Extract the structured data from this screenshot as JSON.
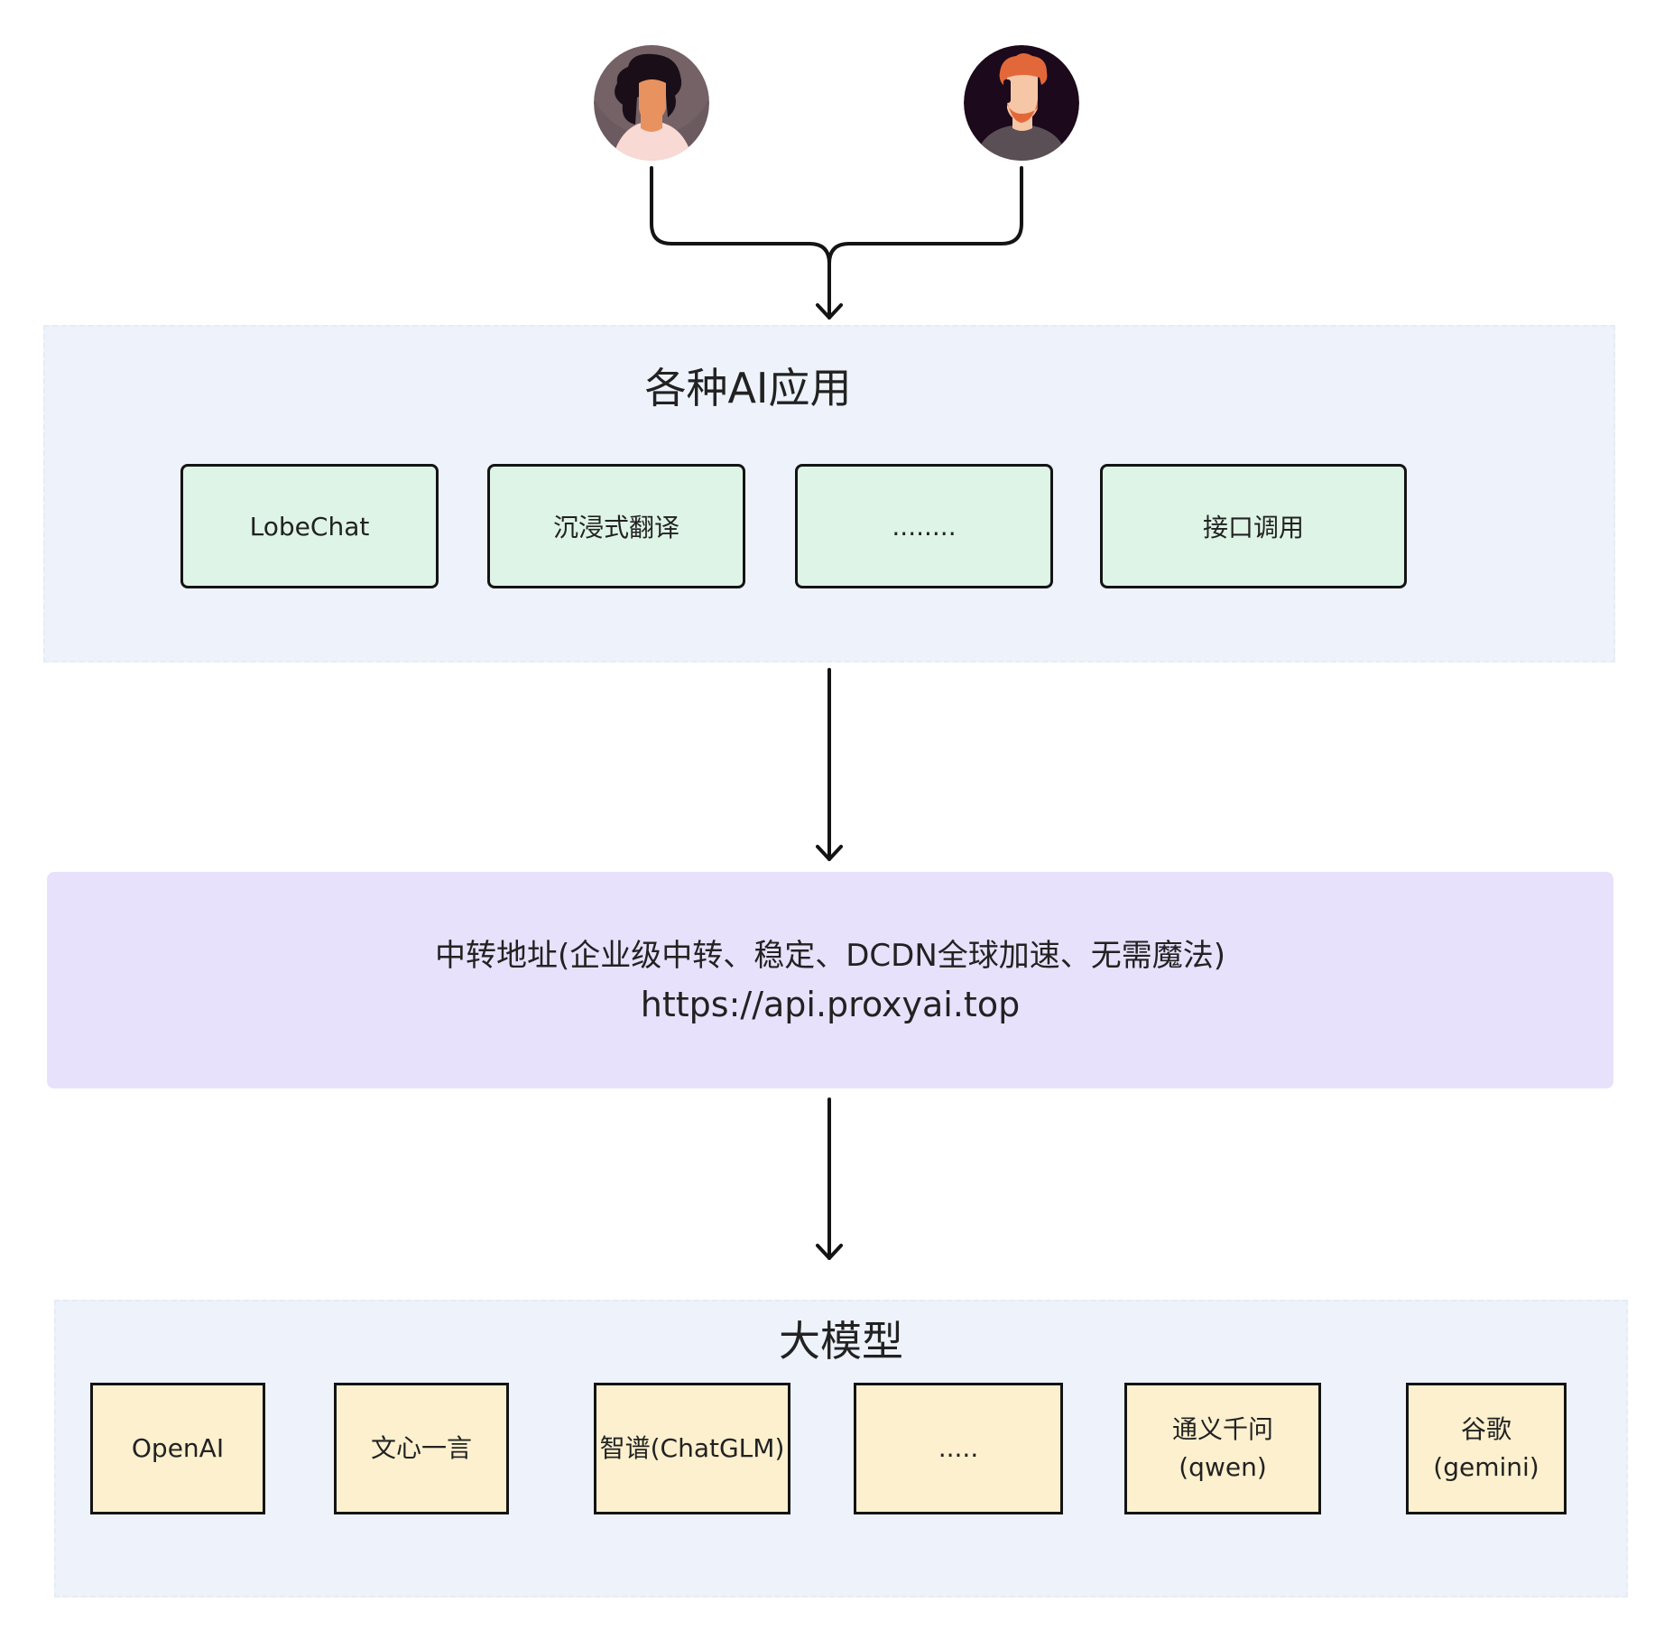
{
  "users": [
    {
      "name": "user-woman-icon",
      "skin": "#e89260",
      "hair": "#1a0f18",
      "bg": "#6b5a5f",
      "shirt": "#f8d9d3"
    },
    {
      "name": "user-man-icon",
      "skin": "#f6c7a6",
      "hair": "#e2683a",
      "bg": "#1c0a1c",
      "shirt": "#5b4f56"
    }
  ],
  "apps_section": {
    "title": "各种AI应用",
    "items": [
      {
        "label": "LobeChat"
      },
      {
        "label": "沉浸式翻译"
      },
      {
        "label": "........"
      },
      {
        "label": "接口调用"
      }
    ]
  },
  "relay": {
    "line1": "中转地址(企业级中转、稳定、DCDN全球加速、无需魔法)",
    "line2": "https://api.proxyai.top"
  },
  "models_section": {
    "title": "大模型",
    "items": [
      {
        "line1": "OpenAI",
        "line2": ""
      },
      {
        "line1": "文心一言",
        "line2": ""
      },
      {
        "line1": "智谱(ChatGLM)",
        "line2": ""
      },
      {
        "line1": ".....",
        "line2": ""
      },
      {
        "line1": "通义千问",
        "line2": "(qwen)"
      },
      {
        "line1": "谷歌",
        "line2": "(gemini)"
      }
    ]
  },
  "colors": {
    "zone_bg": "#eef2fb",
    "app_box_bg": "#def4e6",
    "relay_bg": "#e8e1fb",
    "model_box_bg": "#fcf0ce",
    "stroke": "#141414"
  }
}
